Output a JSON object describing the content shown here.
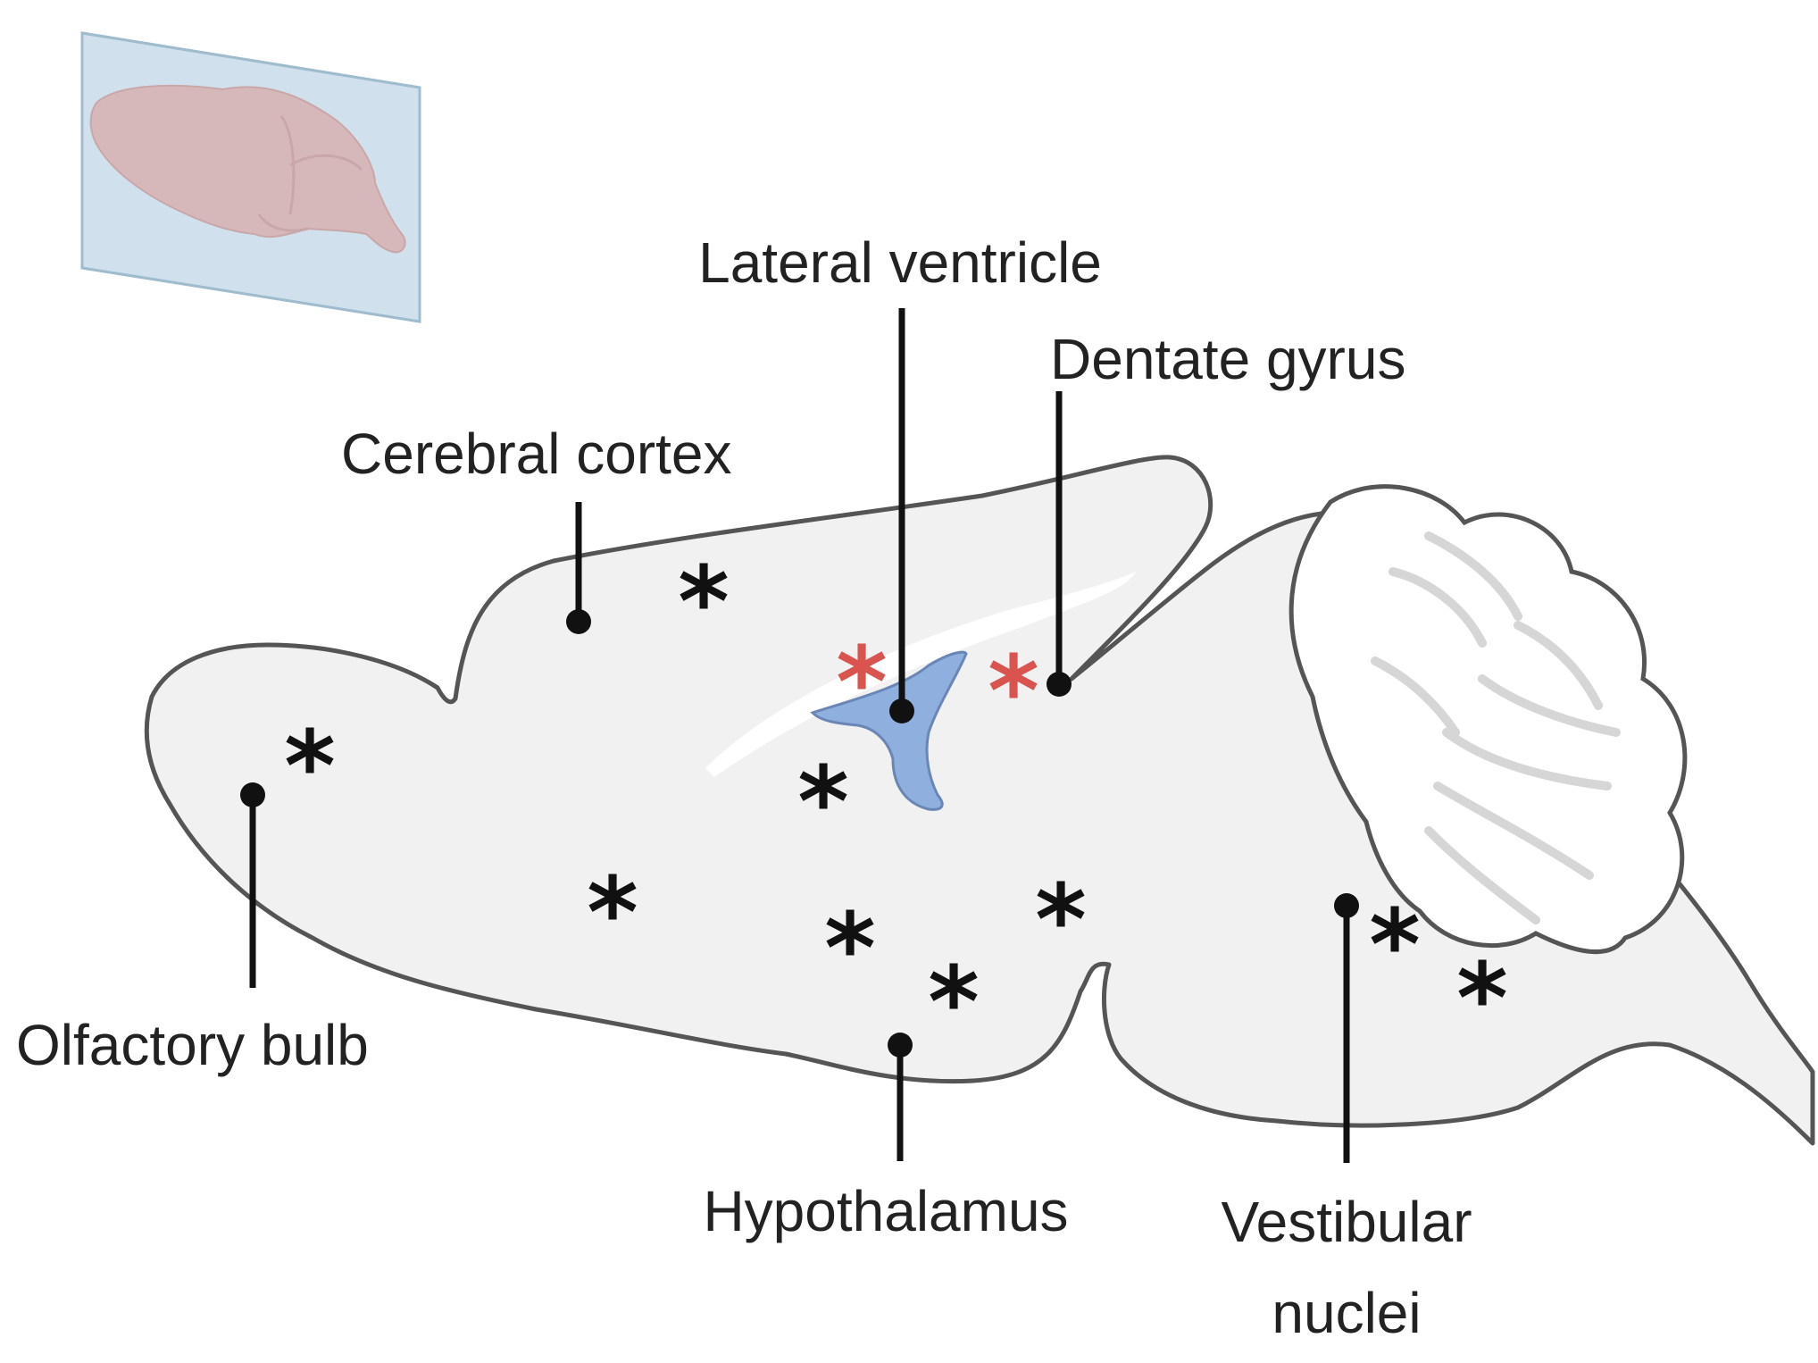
{
  "labels": {
    "lateral_ventricle": "Lateral ventricle",
    "dentate_gyrus": "Dentate gyrus",
    "cerebral_cortex": "Cerebral cortex",
    "olfactory_bulb": "Olfactory bulb",
    "hypothalamus": "Hypothalamus",
    "vestibular_line1": "Vestibular",
    "vestibular_line2": "nuclei"
  },
  "markers": {
    "asterisk": "*"
  },
  "colors": {
    "tissue": "#f1f1f1",
    "outline": "#555555",
    "ventricle": "#8fb0df",
    "black_marker": "#111111",
    "red_marker": "#d9534f",
    "thumbnail_plane": "#c6dbe8",
    "thumbnail_brain": "#e7a9a4"
  }
}
